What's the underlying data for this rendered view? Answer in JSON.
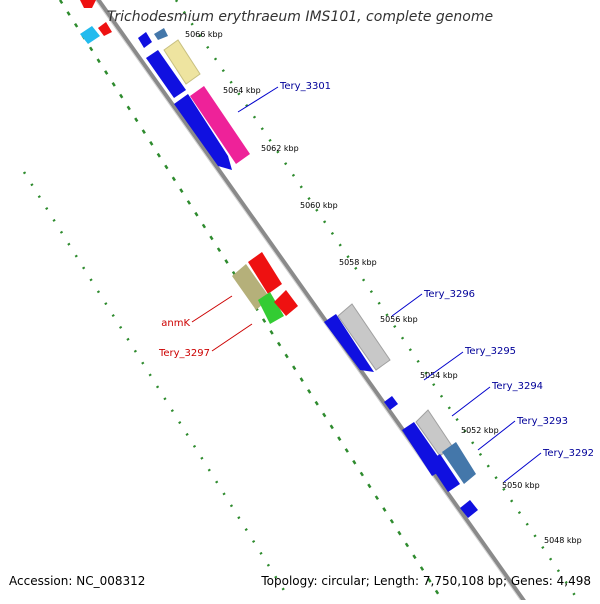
{
  "title": "Trichodesmium erythraeum IMS101, complete genome",
  "accession": "Accession: NC_008312",
  "summary": "Topology: circular; Length: 7,750,108 bp; Genes: 4,498",
  "colors": {
    "backbone": "#8a8a8a",
    "gc_skew": "#2e8b2e",
    "forward_cds": "#1010e0",
    "label_blue": "#000099",
    "label_red": "#cc0000"
  },
  "kbp_ticks": [
    "5066 kbp",
    "5064 kbp",
    "5062 kbp",
    "5060 kbp",
    "5058 kbp",
    "5056 kbp",
    "5054 kbp",
    "5052 kbp",
    "5050 kbp",
    "5048 kbp"
  ],
  "gene_labels": [
    {
      "text": "Tery_3301",
      "color": "#000099"
    },
    {
      "text": "Tery_3296",
      "color": "#000099"
    },
    {
      "text": "Tery_3295",
      "color": "#000099"
    },
    {
      "text": "Tery_3294",
      "color": "#000099"
    },
    {
      "text": "Tery_3293",
      "color": "#000099"
    },
    {
      "text": "Tery_3292",
      "color": "#000099"
    },
    {
      "text": "anmK",
      "color": "#cc0000"
    },
    {
      "text": "Tery_3297",
      "color": "#cc0000"
    }
  ]
}
